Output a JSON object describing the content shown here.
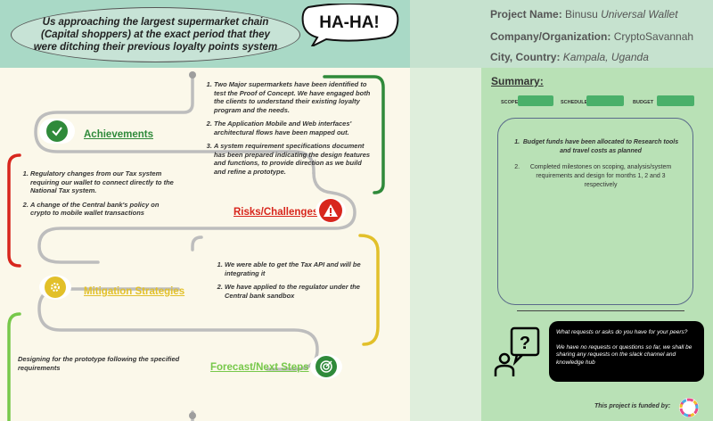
{
  "header": {
    "quote": "Us approaching the largest supermarket chain (Capital shoppers) at the exact period that they were ditching their previous loyalty points system",
    "bubble": "HA-HA!"
  },
  "project": {
    "name_label": "Project Name:",
    "name_value_plain": "Binusu ",
    "name_value_italic": "Universal Wallet",
    "org_label": "Company/Organization:",
    "org_value": "CryptoSavannah",
    "city_label": "City, Country:",
    "city_value": "Kampala, Uganda"
  },
  "achievements": {
    "title": "Achievements",
    "items": [
      "Two Major supermarkets have been identified to test the Proof of Concept. We have engaged both the clients to understand their existing loyalty program and the needs.",
      "The Application Mobile and Web interfaces' architectural flows have been mapped out.",
      "A system requirement specifications document has been prepared indicating the design features and functions, to provide direction as we build and refine a prototype."
    ]
  },
  "risks": {
    "title": "Risks/Challenges",
    "items": [
      "Regulatory changes from our Tax system requiring our wallet to connect directly to the National Tax system.",
      "A change of the Central bank's policy on crypto to mobile wallet transactions"
    ]
  },
  "mitigation": {
    "title": "Mitigation Strategies",
    "items": [
      "We were able to get the Tax API and will be integrating it",
      "We have applied to the regulator under the Central bank sandbox"
    ]
  },
  "forecast": {
    "title": "Forecast/Next Steps",
    "text": "Designing for the prototype following the specified requirements"
  },
  "summary": {
    "title": "Summary:",
    "labels": [
      "SCOPE",
      "SCHEDULE",
      "BUDGET"
    ],
    "status_color": "#4ab06a",
    "items": [
      "Budget funds have been allocated to Research tools and travel costs as planned",
      "Completed milestones on scoping, analysis/system requirements and design for months 1, 2 and 3 respectively"
    ]
  },
  "peers": {
    "question": "What requests or asks do you have for your peers?",
    "answer": "We have no requests or questions so far, we shall be sharing any requests on the slack channel and knowledge hub"
  },
  "funded": "This project is funded by:",
  "colors": {
    "achievements": "#2f8a3a",
    "risks": "#d8261d",
    "mitigation": "#e2c02a",
    "forecast": "#77c84a",
    "path": "#b9b9b9"
  }
}
